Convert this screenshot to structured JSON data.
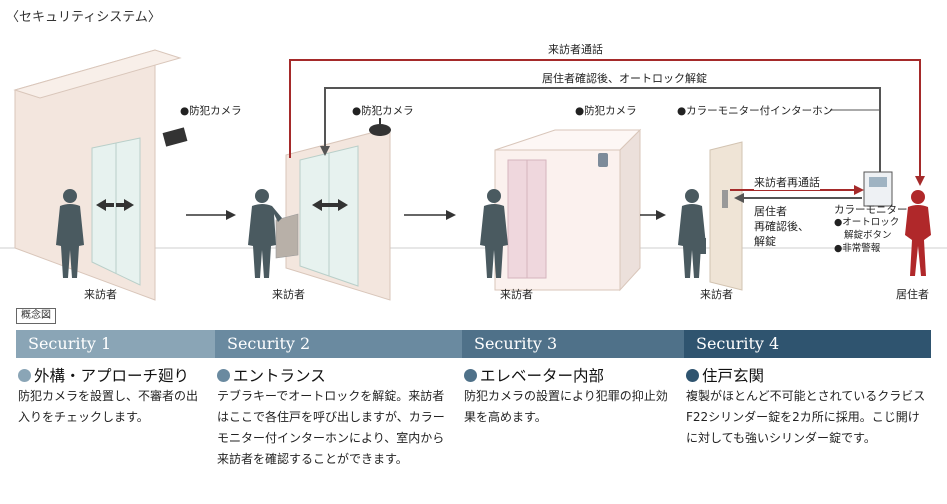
{
  "title": "〈セキュリティシステム〉",
  "diagram": {
    "visitor_call": "来訪者通話",
    "resident_confirm_unlock": "居住者確認後、オートロック解錠",
    "camera_label": "●防犯カメラ",
    "intercom_label": "●カラーモニター付インターホン",
    "revisit_call": "来訪者再通話",
    "reconfirm_unlock_lines": [
      "居住者",
      "再確認後、",
      "解錠"
    ],
    "color_monitor": "カラーモニター",
    "monitor_items": [
      "●オートロック",
      "解錠ボタン",
      "●非常警報"
    ],
    "visitor": "来訪者",
    "resident": "居住者",
    "concept": "概念図"
  },
  "colors": {
    "band1": "#8aa5b6",
    "band2": "#6a8aa0",
    "band3": "#4f7189",
    "band4": "#2f546f",
    "arrow_red": "#a52a2a",
    "arrow_gray": "#555555",
    "person_gray": "#4a5a60",
    "resident_red": "#b0282a"
  },
  "sections": [
    {
      "band": "Security 1",
      "heading": "外構・アプローチ廻り",
      "body": "防犯カメラを設置し、不審者の出入りをチェックします。"
    },
    {
      "band": "Security 2",
      "heading": "エントランス",
      "body": "テブラキーでオートロックを解錠。来訪者はここで各住戸を呼び出しますが、カラーモニター付インターホンにより、室内から来訪者を確認することができます。"
    },
    {
      "band": "Security 3",
      "heading": "エレベーター内部",
      "body": "防犯カメラの設置により犯罪の抑止効果を高めます。"
    },
    {
      "band": "Security 4",
      "heading": "住戸玄関",
      "body": "複製がほとんど不可能とされているクラビスF22シリンダー錠を2カ所に採用。こじ開けに対しても強いシリンダー錠です。"
    }
  ]
}
